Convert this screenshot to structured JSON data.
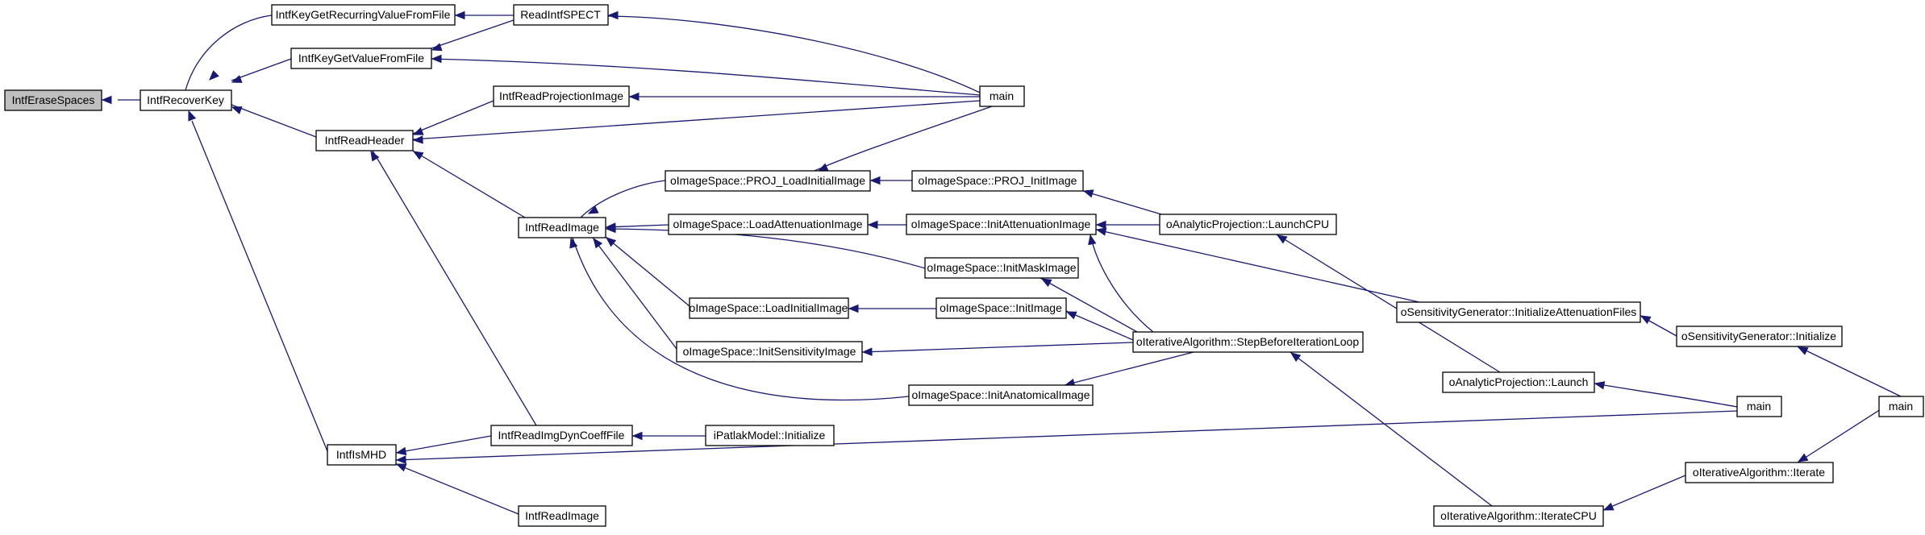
{
  "graph": {
    "edge_color": "#191970",
    "root_fill": "#bfbfbf",
    "node_fill": "#ffffff",
    "nodes": [
      {
        "id": "n0",
        "label": "IntfEraseSpaces"
      },
      {
        "id": "n1",
        "label": "IntfRecoverKey"
      },
      {
        "id": "n2",
        "label": "IntfKeyGetRecurringValueFromFile"
      },
      {
        "id": "n3",
        "label": "ReadIntfSPECT"
      },
      {
        "id": "n4",
        "label": "main"
      },
      {
        "id": "n5",
        "label": "IntfKeyGetValueFromFile"
      },
      {
        "id": "n6",
        "label": "IntfReadHeader"
      },
      {
        "id": "n7",
        "label": "IntfReadProjectionImage"
      },
      {
        "id": "n8",
        "label": "IntfReadImage"
      },
      {
        "id": "n9",
        "label": "oImageSpace::PROJ_LoadInitialImage"
      },
      {
        "id": "n10",
        "label": "oImageSpace::PROJ_InitImage"
      },
      {
        "id": "n11",
        "label": "oAnalyticProjection::LaunchCPU"
      },
      {
        "id": "n12",
        "label": "oAnalyticProjection::Launch"
      },
      {
        "id": "n13",
        "label": "main"
      },
      {
        "id": "n14",
        "label": "oImageSpace::LoadAttenuationImage"
      },
      {
        "id": "n15",
        "label": "oImageSpace::InitAttenuationImage"
      },
      {
        "id": "n16",
        "label": "oIterativeAlgorithm::StepBeforeIterationLoop"
      },
      {
        "id": "n17",
        "label": "oIterativeAlgorithm::IterateCPU"
      },
      {
        "id": "n18",
        "label": "oIterativeAlgorithm::Iterate"
      },
      {
        "id": "n19",
        "label": "main"
      },
      {
        "id": "n20",
        "label": "oSensitivityGenerator::InitializeAttenuationFiles"
      },
      {
        "id": "n21",
        "label": "oSensitivityGenerator::Initialize"
      },
      {
        "id": "n22",
        "label": "oImageSpace::InitMaskImage"
      },
      {
        "id": "n23",
        "label": "oImageSpace::LoadInitialImage"
      },
      {
        "id": "n24",
        "label": "oImageSpace::InitImage"
      },
      {
        "id": "n25",
        "label": "oImageSpace::InitSensitivityImage"
      },
      {
        "id": "n26",
        "label": "oImageSpace::InitAnatomicalImage"
      },
      {
        "id": "n27",
        "label": "IntfReadImgDynCoeffFile"
      },
      {
        "id": "n28",
        "label": "iPatlakModel::Initialize"
      },
      {
        "id": "n29",
        "label": "IntfIsMHD"
      },
      {
        "id": "n30",
        "label": "IntfReadImage"
      }
    ]
  }
}
